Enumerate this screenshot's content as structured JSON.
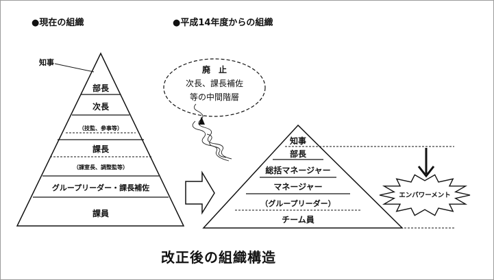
{
  "headers": {
    "current": "●現在の組織",
    "future": "●平成14年度からの組織"
  },
  "left_pyramid": {
    "apex_label": "知事",
    "levels": [
      "部長",
      "次長",
      "（技監、参事等）",
      "課長",
      "（課室長、調整監等）",
      "グループリーダー・課長補佐",
      "課員"
    ]
  },
  "abolished_bubble": {
    "title": "廃　止",
    "line1": "次長、課長補佐",
    "line2": "等の中間階層"
  },
  "right_pyramid": {
    "levels": [
      "知事",
      "部長",
      "総括マネージャー",
      "マネージャー",
      "（グループリーダー）",
      "チーム員"
    ]
  },
  "starburst_label": "エンパワーメント",
  "caption": "改正後の組織構造"
}
